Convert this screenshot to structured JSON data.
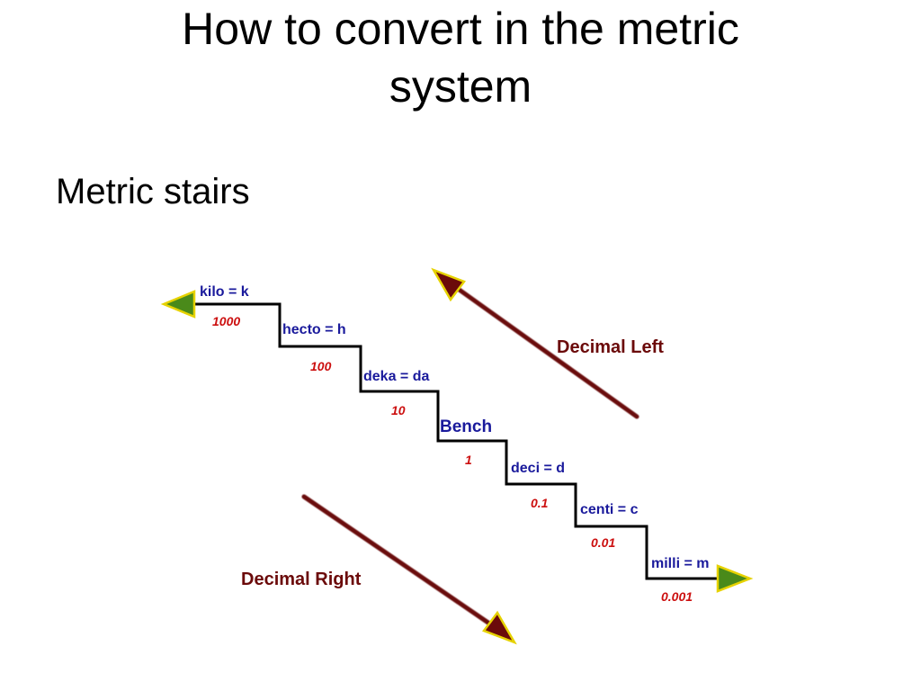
{
  "title": {
    "line1": "How to convert in the metric",
    "line2": "system"
  },
  "subtitle": "Metric stairs",
  "stairs": [
    {
      "prefix": "kilo = k",
      "value": "1000"
    },
    {
      "prefix": "hecto = h",
      "value": "100"
    },
    {
      "prefix": "deka = da",
      "value": "10"
    },
    {
      "prefix": "Bench",
      "value": "1"
    },
    {
      "prefix": "deci = d",
      "value": "0.1"
    },
    {
      "prefix": "centi = c",
      "value": "0.01"
    },
    {
      "prefix": "milli = m",
      "value": "0.001"
    }
  ],
  "arrows": {
    "left_label": "Decimal Left",
    "right_label": "Decimal Right"
  },
  "colors": {
    "prefix_text": "#1a1a9c",
    "value_text": "#cc1010",
    "arrow_body": "#6b0a0a",
    "arrow_label": "#6b0a0a",
    "arrowhead_fill": "#4a8a1a",
    "arrowhead_outline": "#e6d200",
    "stair_line": "#000000"
  }
}
